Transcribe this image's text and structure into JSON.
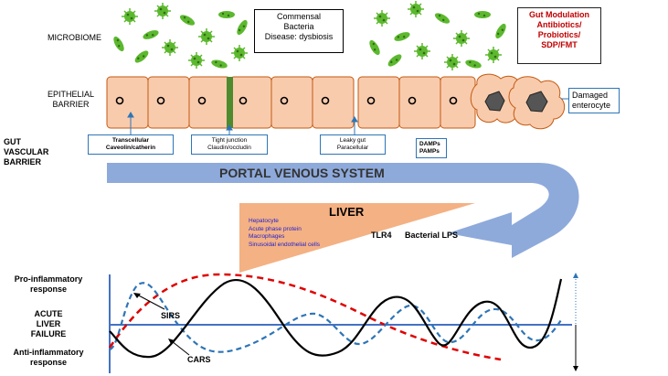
{
  "left_labels": {
    "microbiome": "MICROBIOME",
    "epithelial_1": "EPITHELIAL",
    "epithelial_2": "BARRIER",
    "gut_1": "GUT",
    "gut_2": "VASCULAR",
    "gut_3": "BARRIER",
    "pro_1": "Pro-inflammatory",
    "pro_2": "response",
    "alf_1": "ACUTE",
    "alf_2": "LIVER",
    "alf_3": "FAILURE",
    "anti_1": "Anti-inflammatory",
    "anti_2": "response"
  },
  "commensal": {
    "line1": "Commensal",
    "line2": "Bacteria",
    "line3": "Disease: dysbiosis"
  },
  "gut_modulation": {
    "line1": "Gut Modulation",
    "line2": "Antibiotics/",
    "line3": "Probiotics/",
    "line4": "SDP/FMT"
  },
  "damaged": {
    "line1": "Damaged",
    "line2": "enterocyte"
  },
  "transcellular": {
    "line1": "Transcellular",
    "line2": "Caveolin/catherin"
  },
  "tight_junction": {
    "line1": "Tight junction",
    "line2": "Claudin/occludin"
  },
  "leaky_gut": {
    "line1": "Leaky gut",
    "line2": "Paracellular"
  },
  "damps": {
    "line1": "DAMPs",
    "line2": "PAMPs"
  },
  "portal": "PORTAL VENOUS SYSTEM",
  "liver": {
    "title": "LIVER",
    "items": [
      "Hepatocyte",
      "Acute phase protein",
      "Macrophages",
      "Sinusoidal endothelial cells"
    ]
  },
  "tlr4": "TLR4",
  "lps": "Bacterial LPS",
  "sirs": "SIRS",
  "cars": "CARS",
  "colors": {
    "bacteria": "#5cb82e",
    "cell_fill": "#f8cbad",
    "cell_stroke": "#c55a11",
    "portal": "#8eaadb",
    "liver": "#f4b183",
    "tight_junction": "#4e8a2e",
    "sirs": "#2e75b6",
    "cars": "#000000",
    "red_dash": "#e00000",
    "baseline": "#4472c4",
    "axis_dotted": "#2e75b6"
  }
}
